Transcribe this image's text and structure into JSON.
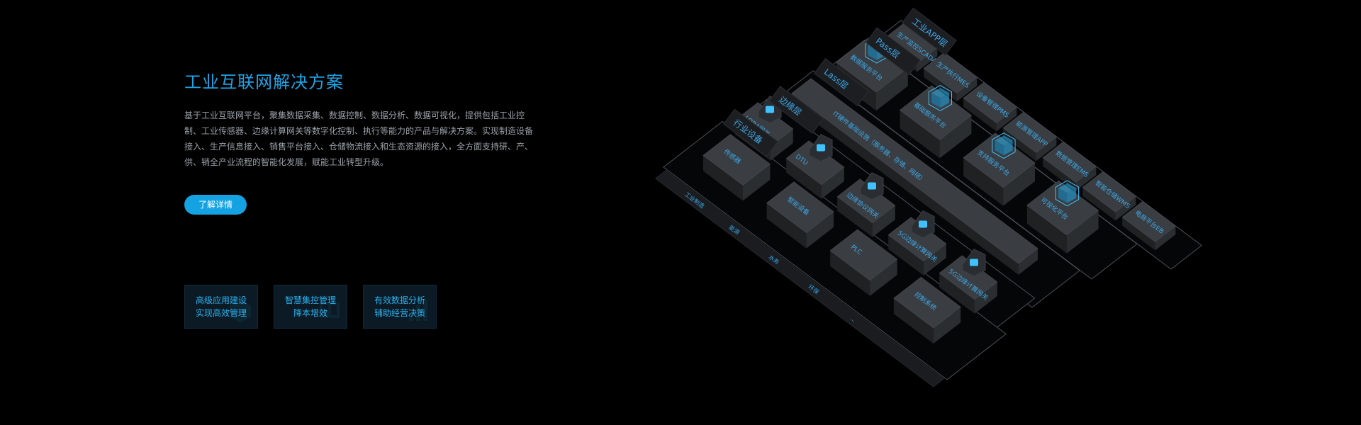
{
  "hero": {
    "title": "工业互联网解决方案",
    "description": "基于工业互联网平台，聚集数据采集、数据控制、数据分析、数据可视化，提供包括工业控制、工业传感器、边缘计算网关等数字化控制、执行等能力的产品与解决方案。实现制造设备接入、生产信息接入、销售平台接入、仓储物流接入和生态资源的接入，全方面支持研、产、供、销全产业流程的智能化发展，赋能工业转型升级。",
    "cta_label": "了解详情"
  },
  "features": [
    {
      "line1": "高级应用建设",
      "line2": "实现高效管理"
    },
    {
      "line1": "智慧集控管理",
      "line2": "降本增效"
    },
    {
      "line1": "有效数据分析",
      "line2": "辅助经营决策"
    }
  ],
  "diagram": {
    "layers": [
      {
        "title": "工业APP层",
        "items": [
          "生产监控SCADA",
          "生产执行MES",
          "设备管理PMS",
          "能源管理APP",
          "数据管理EMS",
          "智能仓储WMS",
          "电商平台EB"
        ]
      },
      {
        "title": "Pass层",
        "items": [
          "数据服务平台",
          "基础服务平台",
          "支持服务平台",
          "可视化平台"
        ]
      },
      {
        "title": "Lass层",
        "items": [
          "IT硬件基础设施（服务器、存储、网络）"
        ]
      },
      {
        "title": "边缘层",
        "items": [
          "LORA网关",
          "DTU",
          "边缘协议网关",
          "5G边缘计算网关",
          "5G边缘计算网关"
        ]
      },
      {
        "title": "行业设备",
        "items": [
          "传感器",
          "智能设备",
          "PLC",
          "控制系统"
        ]
      }
    ],
    "industry_strip": [
      "工业制造",
      "能源",
      "水务",
      "环保",
      "..."
    ]
  },
  "colors": {
    "background": "#000000",
    "accent": "#1ea4e6",
    "body_text": "#9aa1a8",
    "platform_stroke": "#4b5157",
    "block_top": "#3a3d41",
    "block_left": "#1f2123",
    "block_right": "#2b2e31"
  }
}
